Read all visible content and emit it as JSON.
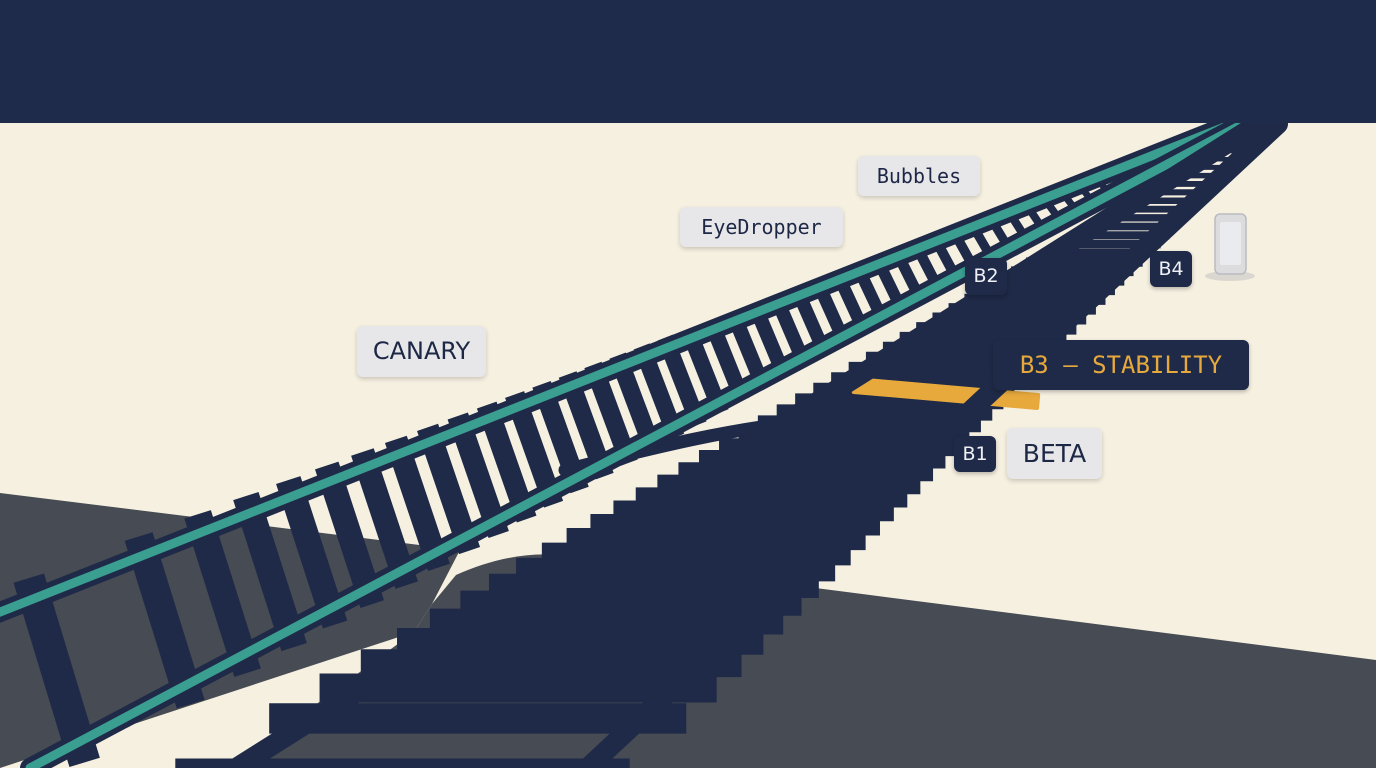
{
  "labels": {
    "bubbles": "Bubbles",
    "eyedropper": "EyeDropper",
    "canary": "CANARY",
    "beta": "BETA",
    "b1": "B1",
    "b2": "B2",
    "b3": "B3 — STABILITY",
    "b4": "B4"
  },
  "colors": {
    "sky": "#1e2b4b",
    "ground": "#f6f0e1",
    "shadow": "#474b53",
    "track": "#1f2a48",
    "canary_rail": "#3a9e90",
    "stability": "#e7a93c",
    "label_bg": "#e7e7e9",
    "badge_bg": "#1f2a48"
  },
  "icons": [
    "phone-icon"
  ]
}
